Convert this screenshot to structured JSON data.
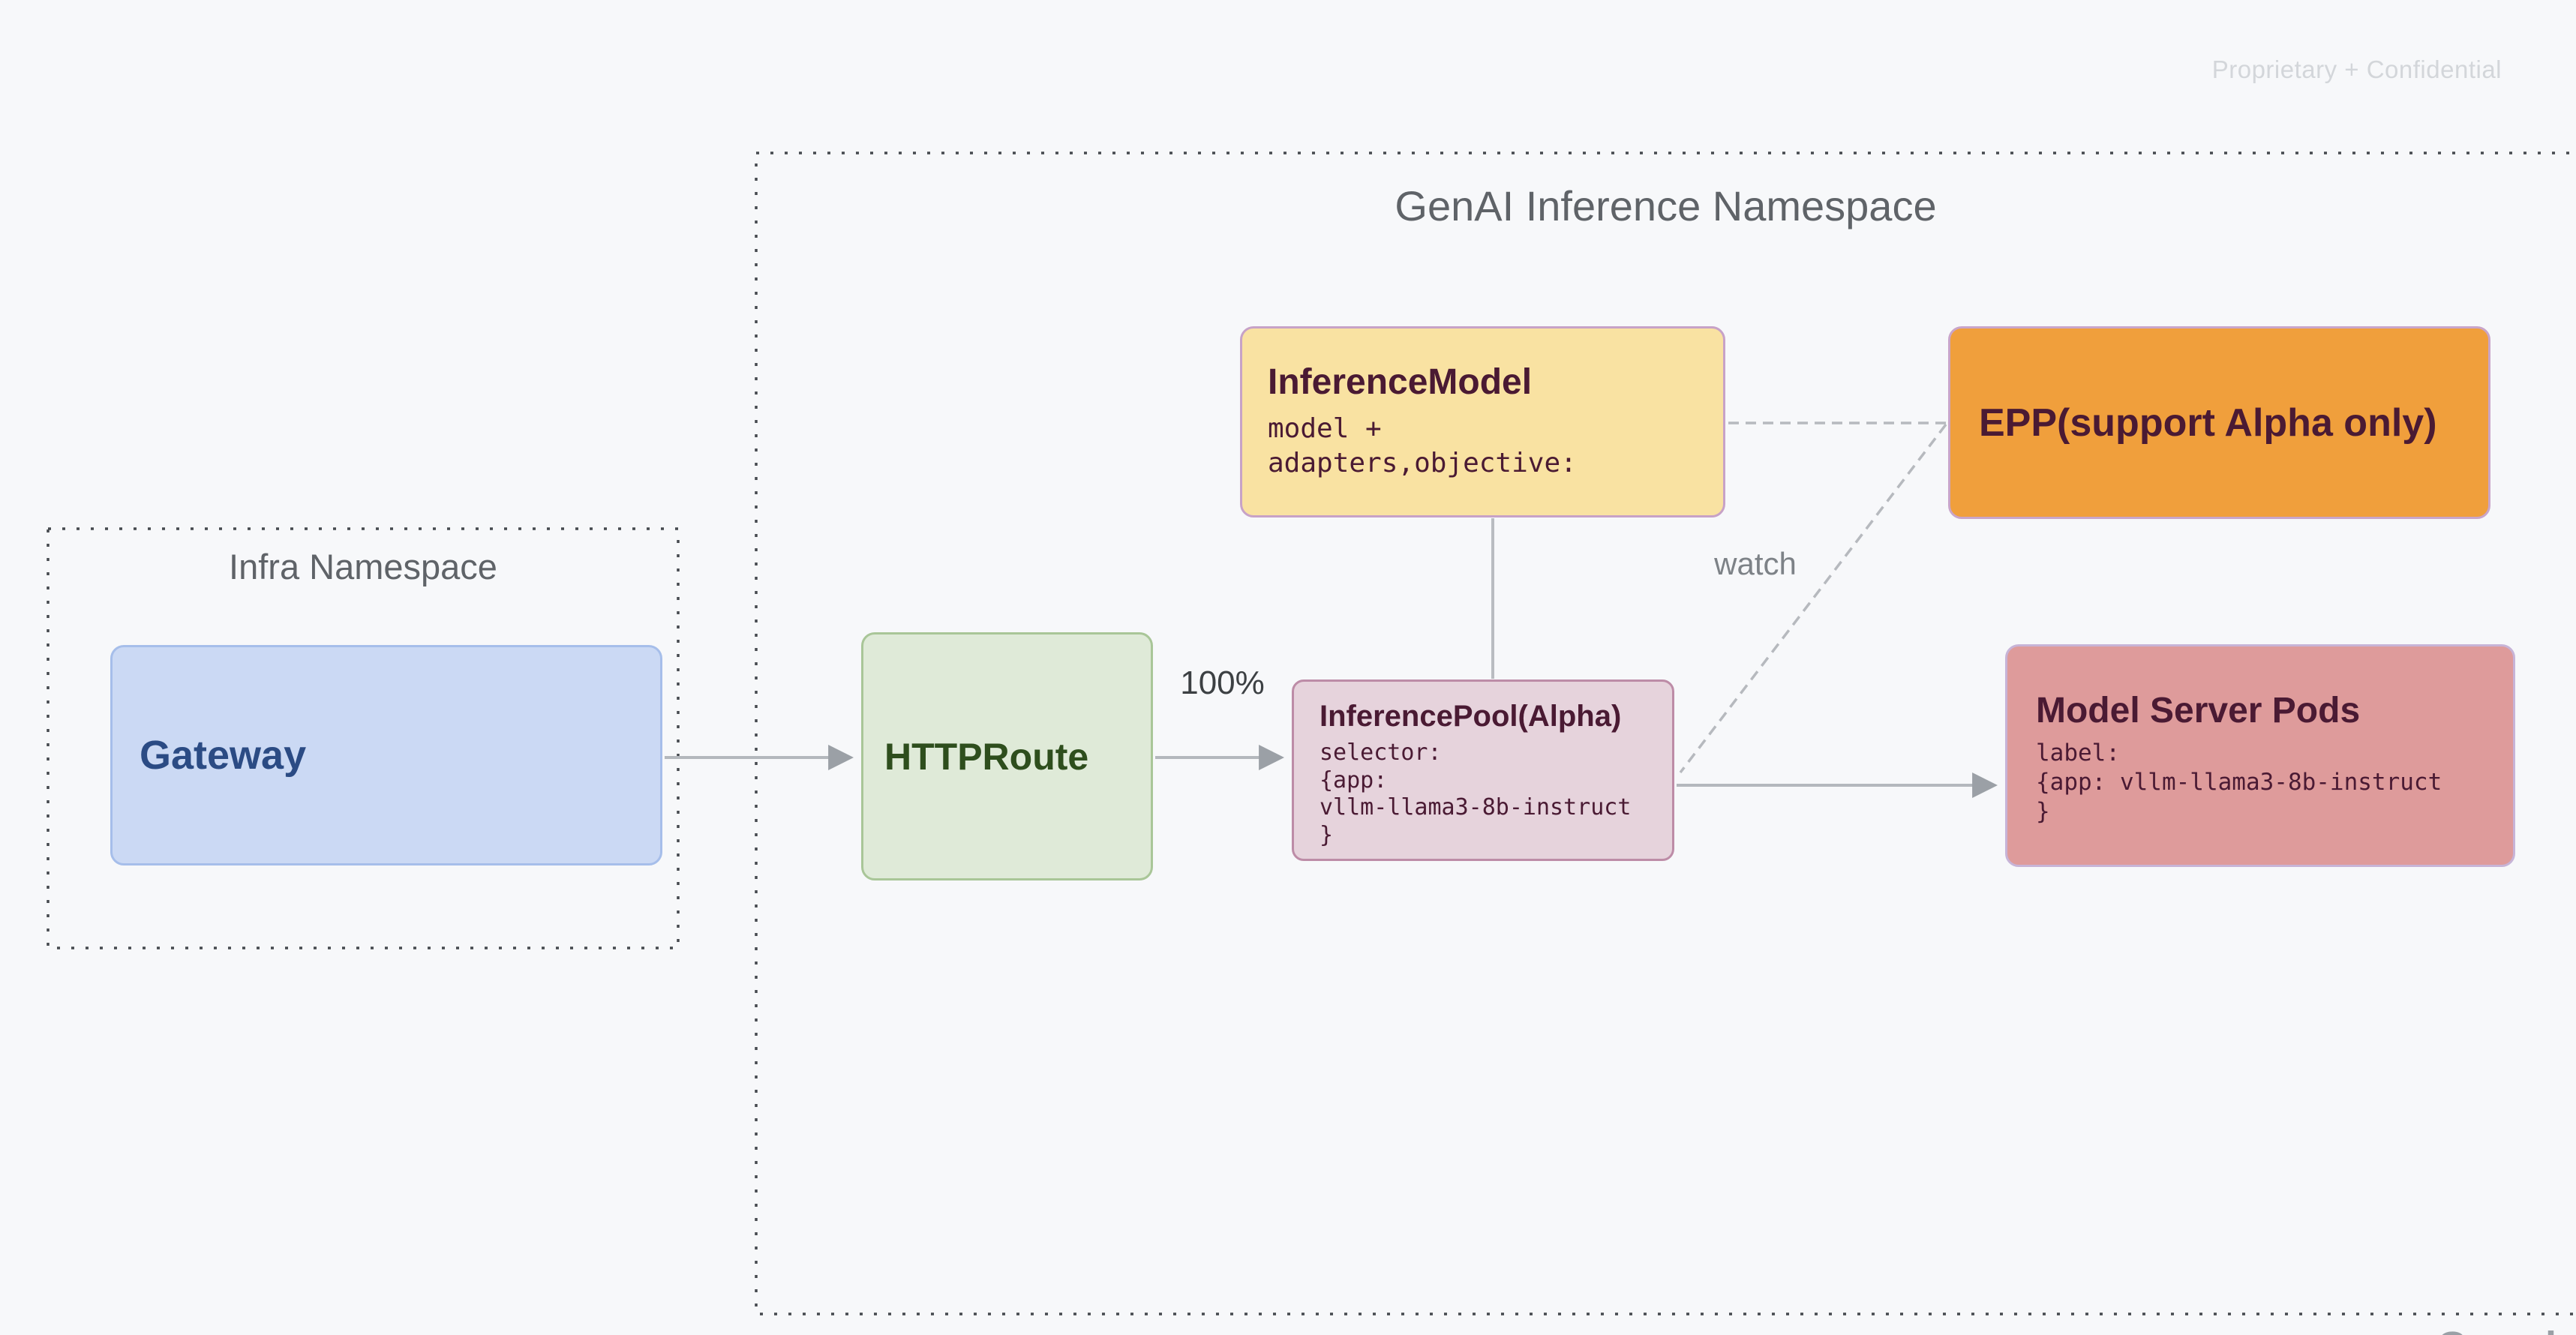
{
  "watermark": "Proprietary + Confidential",
  "footer_logo_partial": "Google",
  "namespaces": {
    "infra": {
      "title": "Infra Namespace"
    },
    "genai": {
      "title": "GenAI Inference Namespace"
    }
  },
  "nodes": {
    "gateway": {
      "title": "Gateway"
    },
    "httproute": {
      "title": "HTTPRoute"
    },
    "inference_model": {
      "title": "InferenceModel",
      "body_lines": [
        "model +",
        "adapters,objective:"
      ]
    },
    "epp": {
      "title": "EPP(support Alpha only)"
    },
    "inference_pool": {
      "title": "InferencePool(Alpha)",
      "body_lines": [
        "selector:",
        "{app:",
        "vllm-llama3-8b-instruct",
        "}"
      ]
    },
    "model_server_pods": {
      "title": "Model Server Pods",
      "body_lines": [
        "label:",
        "{app: vllm-llama3-8b-instruct",
        "}"
      ]
    }
  },
  "edges": {
    "gateway_to_httproute": {
      "style": "solid-arrow"
    },
    "httproute_to_inference_pool": {
      "label": "100%",
      "style": "solid-arrow"
    },
    "inference_model_to_inference_pool": {
      "style": "solid-line"
    },
    "inference_pool_to_model_server_pods": {
      "style": "solid-arrow"
    },
    "inference_model_to_epp": {
      "style": "dashed"
    },
    "inference_pool_to_epp": {
      "label": "watch",
      "style": "dashed"
    }
  },
  "colors": {
    "background": "#f7f8fa",
    "namespace_border": "#45494e",
    "namespace_title": "#5f6368",
    "gateway_fill": "#cbd9f4",
    "gateway_border": "#a6beea",
    "gateway_text": "#2b4b84",
    "httproute_fill": "#dfead8",
    "httproute_border": "#a9c698",
    "httproute_text": "#2e4e1d",
    "inference_model_fill": "#f9e2a2",
    "epp_fill": "#f09f3c",
    "inference_pool_fill": "#e6d3dc",
    "inference_pool_border": "#bd8ca7",
    "model_server_pods_fill": "#de9b9b",
    "model_server_pods_border": "#c7b4d7",
    "purple_border": "#c7a2c7",
    "dark_text": "#4a1a33",
    "arrow_gray": "#b4b8bd",
    "watermark_gray": "#d3d6da"
  }
}
